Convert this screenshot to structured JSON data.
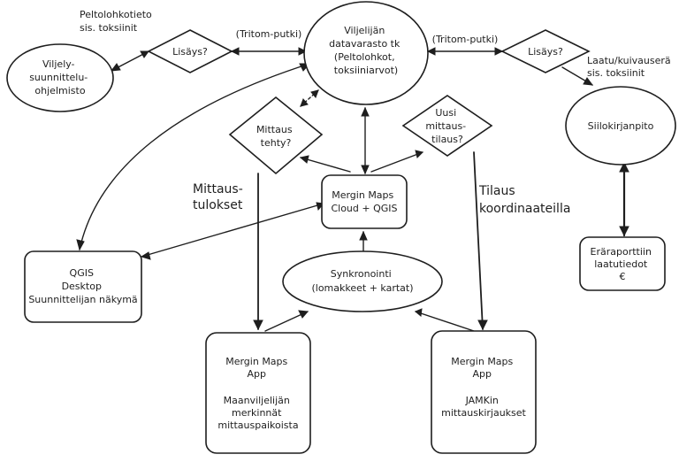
{
  "nodes": {
    "viljelysuunnittelu": [
      "Viljely-",
      "suunnittelu-",
      "ohjelmisto"
    ],
    "lisays_left": [
      "Lisäys?"
    ],
    "datavarasto": [
      "Viljelijän",
      "datavarasto tk",
      "(Peltolohkot,",
      "toksiiniarvot)"
    ],
    "lisays_right": [
      "Lisäys?"
    ],
    "siilokirjanpito": [
      "Siilokirjanpito"
    ],
    "mittaus_tehty": [
      "Mittaus",
      "tehty?"
    ],
    "uusi_mittaus": [
      "Uusi",
      "mittaus-",
      "tilaus?"
    ],
    "mergin_cloud": [
      "Mergin Maps",
      "Cloud + QGIS"
    ],
    "qgis_desktop": [
      "QGIS",
      "Desktop",
      "Suunnittelijan näkymä"
    ],
    "synkronointi": [
      "Synkronointi",
      "(lomakkeet + kartat)"
    ],
    "eraraportti": [
      "Eräraporttiin",
      "laatutiedot",
      "€"
    ],
    "mergin_app_left": [
      "Mergin Maps",
      "App",
      "",
      "Maanviljelijän",
      "merkinnät",
      "mittauspaikoista"
    ],
    "mergin_app_right": [
      "Mergin Maps",
      "App",
      "",
      "JAMKin",
      "mittauskirjaukset"
    ]
  },
  "edge_labels": {
    "peltolohkotieto": [
      "Peltolohkotieto",
      "sis. toksiinit"
    ],
    "tritom_left": "(Tritom-putki)",
    "tritom_right": "(Tritom-putki)",
    "laatu": [
      "Laatu/kuivauserä",
      "sis. toksiinit"
    ],
    "mittaustulokset": [
      "Mittaus-",
      "tulokset"
    ],
    "tilaus": [
      "Tilaus",
      "koordinaateilla"
    ]
  }
}
